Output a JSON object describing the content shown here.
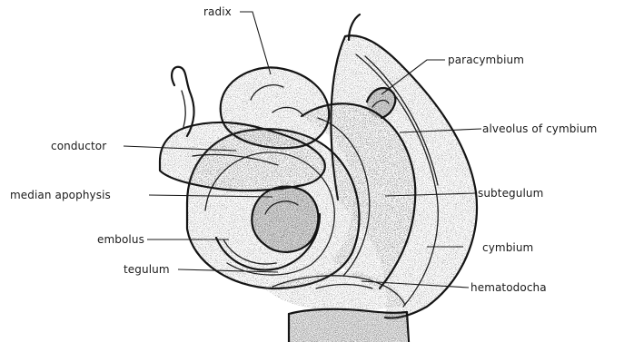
{
  "labels": {
    "radix": "radix",
    "paracymbium": "paracymbium",
    "alveolus_of_cymbium": "alveolus of cymbium",
    "conductor": "conductor",
    "median_apophysis": "median apophysis",
    "subtegulum": "subtegulum",
    "embolus": "embolus",
    "cymbium": "cymbium",
    "tegulum": "tegulum",
    "hematodocha": "hematodocha"
  }
}
